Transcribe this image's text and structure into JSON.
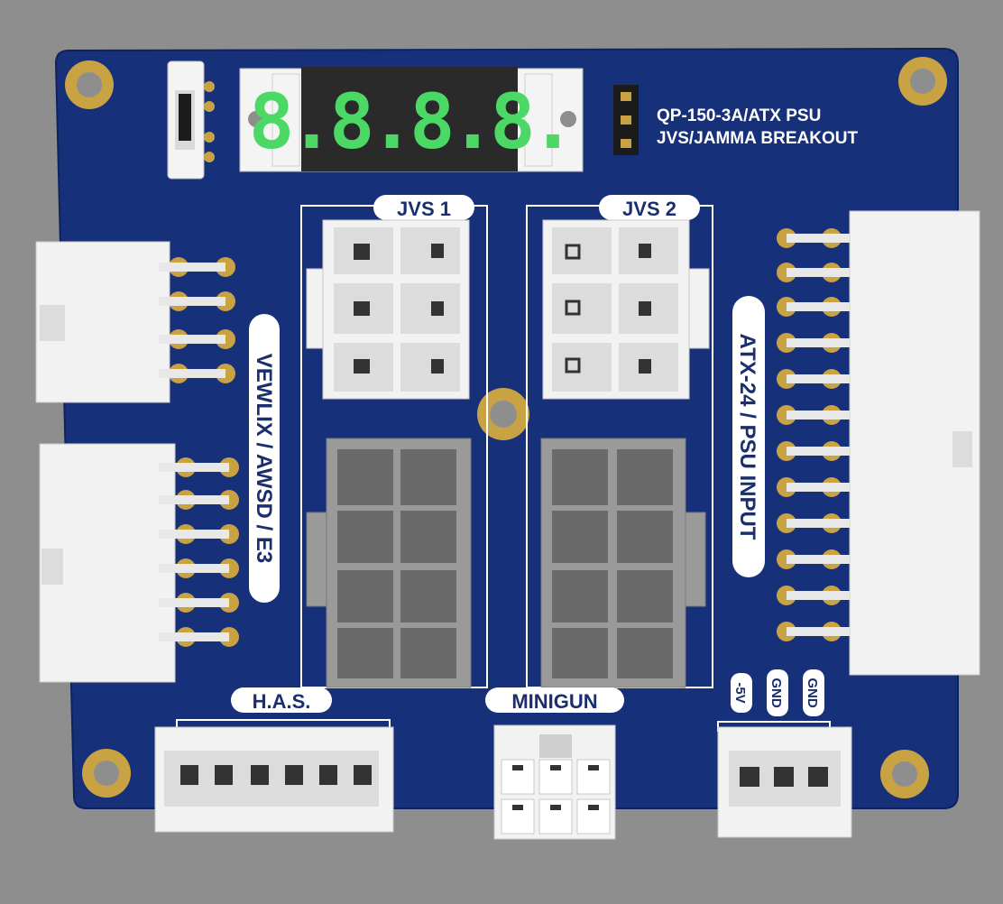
{
  "board": {
    "title_line1": "QP-150-3A/ATX PSU",
    "title_line2": "JVS/JAMMA BREAKOUT"
  },
  "display": {
    "digits": "8.8.8.8."
  },
  "labels": {
    "jvs1": "JVS 1",
    "jvs2": "JVS 2",
    "vewlix": "VEWLIX / AWSD / E3",
    "atx": "ATX-24 / PSU INPUT",
    "has": "H.A.S.",
    "minigun": "MINIGUN",
    "minus5v": "-5V",
    "gnd1": "GND",
    "gnd2": "GND"
  },
  "colors": {
    "background": "#8e8e8e",
    "pcb": "#17307a",
    "silkscreen": "#ffffff",
    "gold": "#c9a243",
    "segment_green": "#4cd864",
    "connector_white": "#f2f2f2",
    "connector_grey": "#9a9a9a"
  }
}
